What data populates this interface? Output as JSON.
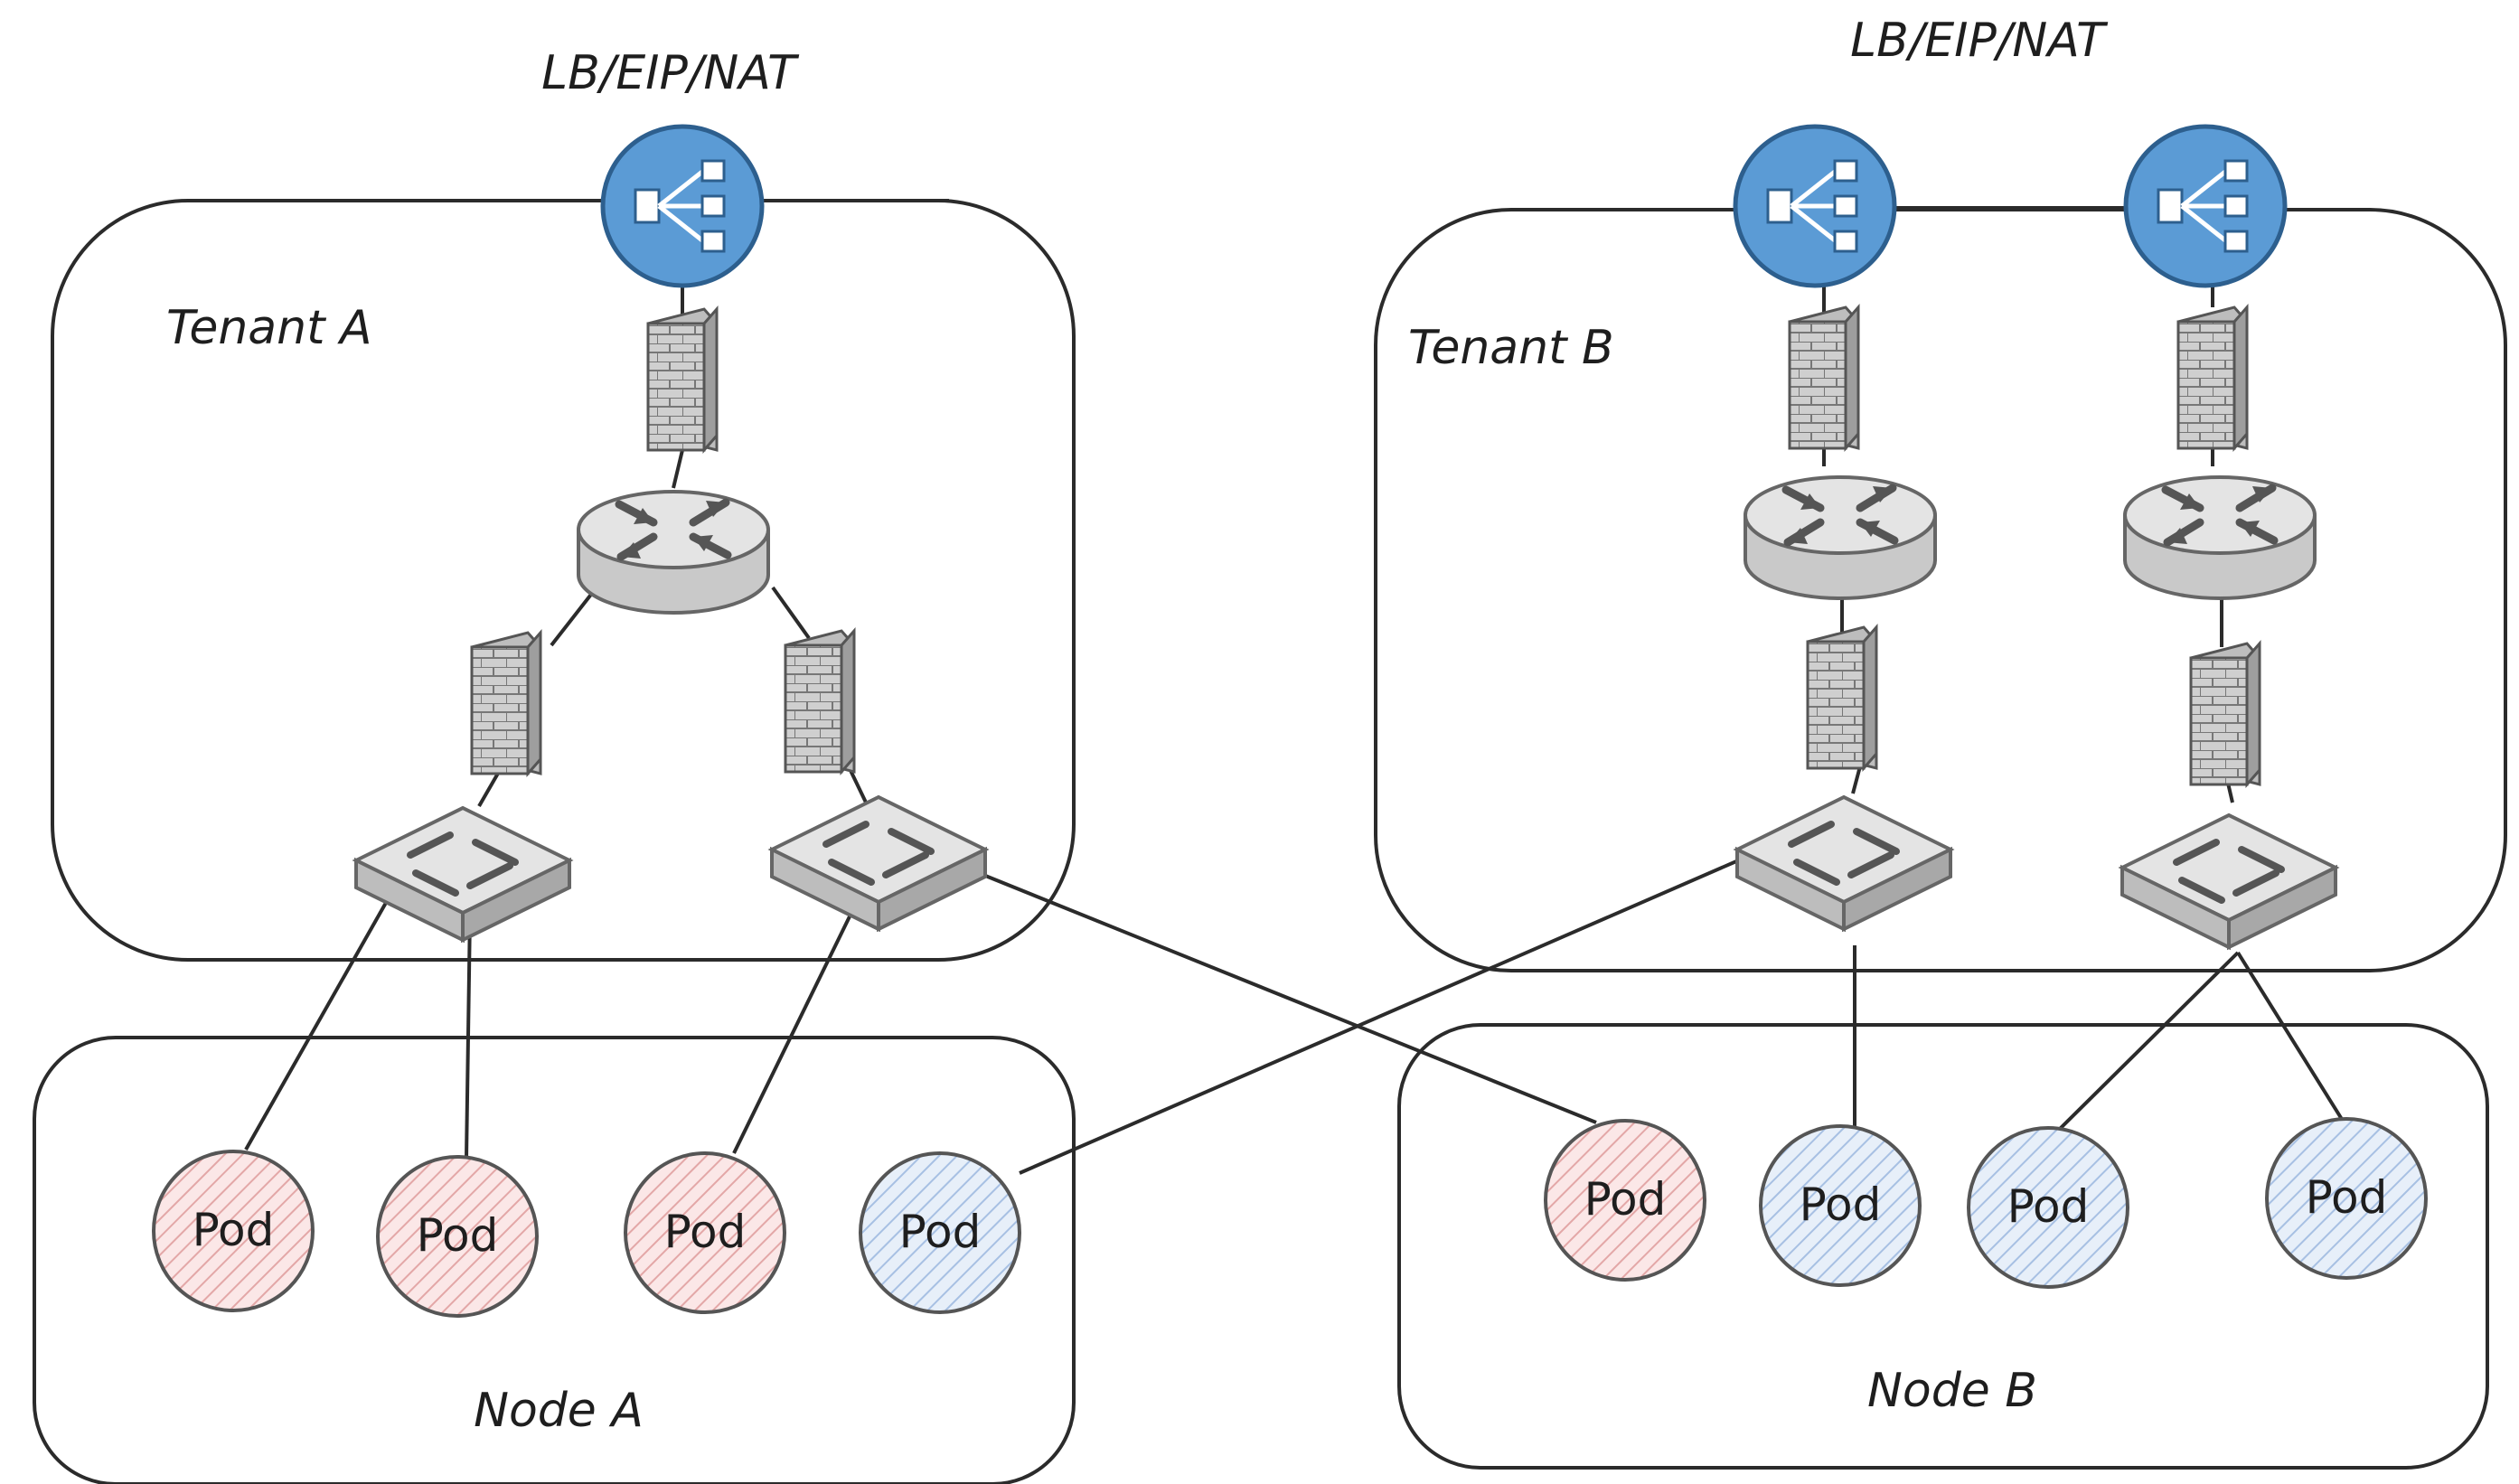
{
  "labels": {
    "lb_a": "LB/EIP/NAT",
    "lb_b": "LB/EIP/NAT",
    "tenant_a": "Tenant A",
    "tenant_b": "Tenant B",
    "node_a": "Node A",
    "node_b": "Node B"
  },
  "pods": {
    "a1": "Pod",
    "a2": "Pod",
    "a3": "Pod",
    "a4": "Pod",
    "b1": "Pod",
    "b2": "Pod",
    "b3": "Pod",
    "b4": "Pod"
  },
  "colors": {
    "tenant_a_pod_fill": "#f6dcdc",
    "tenant_a_pod_stroke": "#c98a8a",
    "tenant_b_pod_fill": "#dce8f6",
    "tenant_b_pod_stroke": "#8aa6c9",
    "lb_fill": "#5b9bd5",
    "device_gray": "#d9d9d9"
  },
  "icons": [
    "load-balancer-icon",
    "firewall-icon",
    "router-icon",
    "switch-icon"
  ]
}
